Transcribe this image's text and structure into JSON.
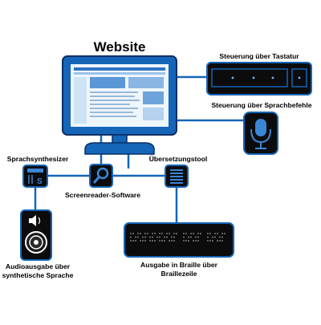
{
  "diagram": {
    "title": "Website",
    "nodes": {
      "keyboard": {
        "label": "Steuerung über Tastatur"
      },
      "voice_command": {
        "label": "Steuerung über Sprachbefehle"
      },
      "synthesizer": {
        "label": "Sprachsynthesizer"
      },
      "screenreader": {
        "label": "Screenreader-Software"
      },
      "translator": {
        "label": "Übersetzungstool"
      },
      "audio_line1": "Audioausgabe über",
      "audio_line2": "synthetische Sprache",
      "braille_line1": "Ausgabe in Braille über",
      "braille_line2": "Braillezeile"
    },
    "colors": {
      "primary": "#1565b8",
      "outline": "#0b2f66",
      "device": "#0c0c0c",
      "screen": "#eef6fd"
    },
    "icons": [
      "monitor-icon",
      "keyboard-icon",
      "microphone-icon",
      "speech-synthesizer-icon",
      "magnifier-icon",
      "translator-icon",
      "speaker-icon",
      "braille-display-icon"
    ]
  }
}
